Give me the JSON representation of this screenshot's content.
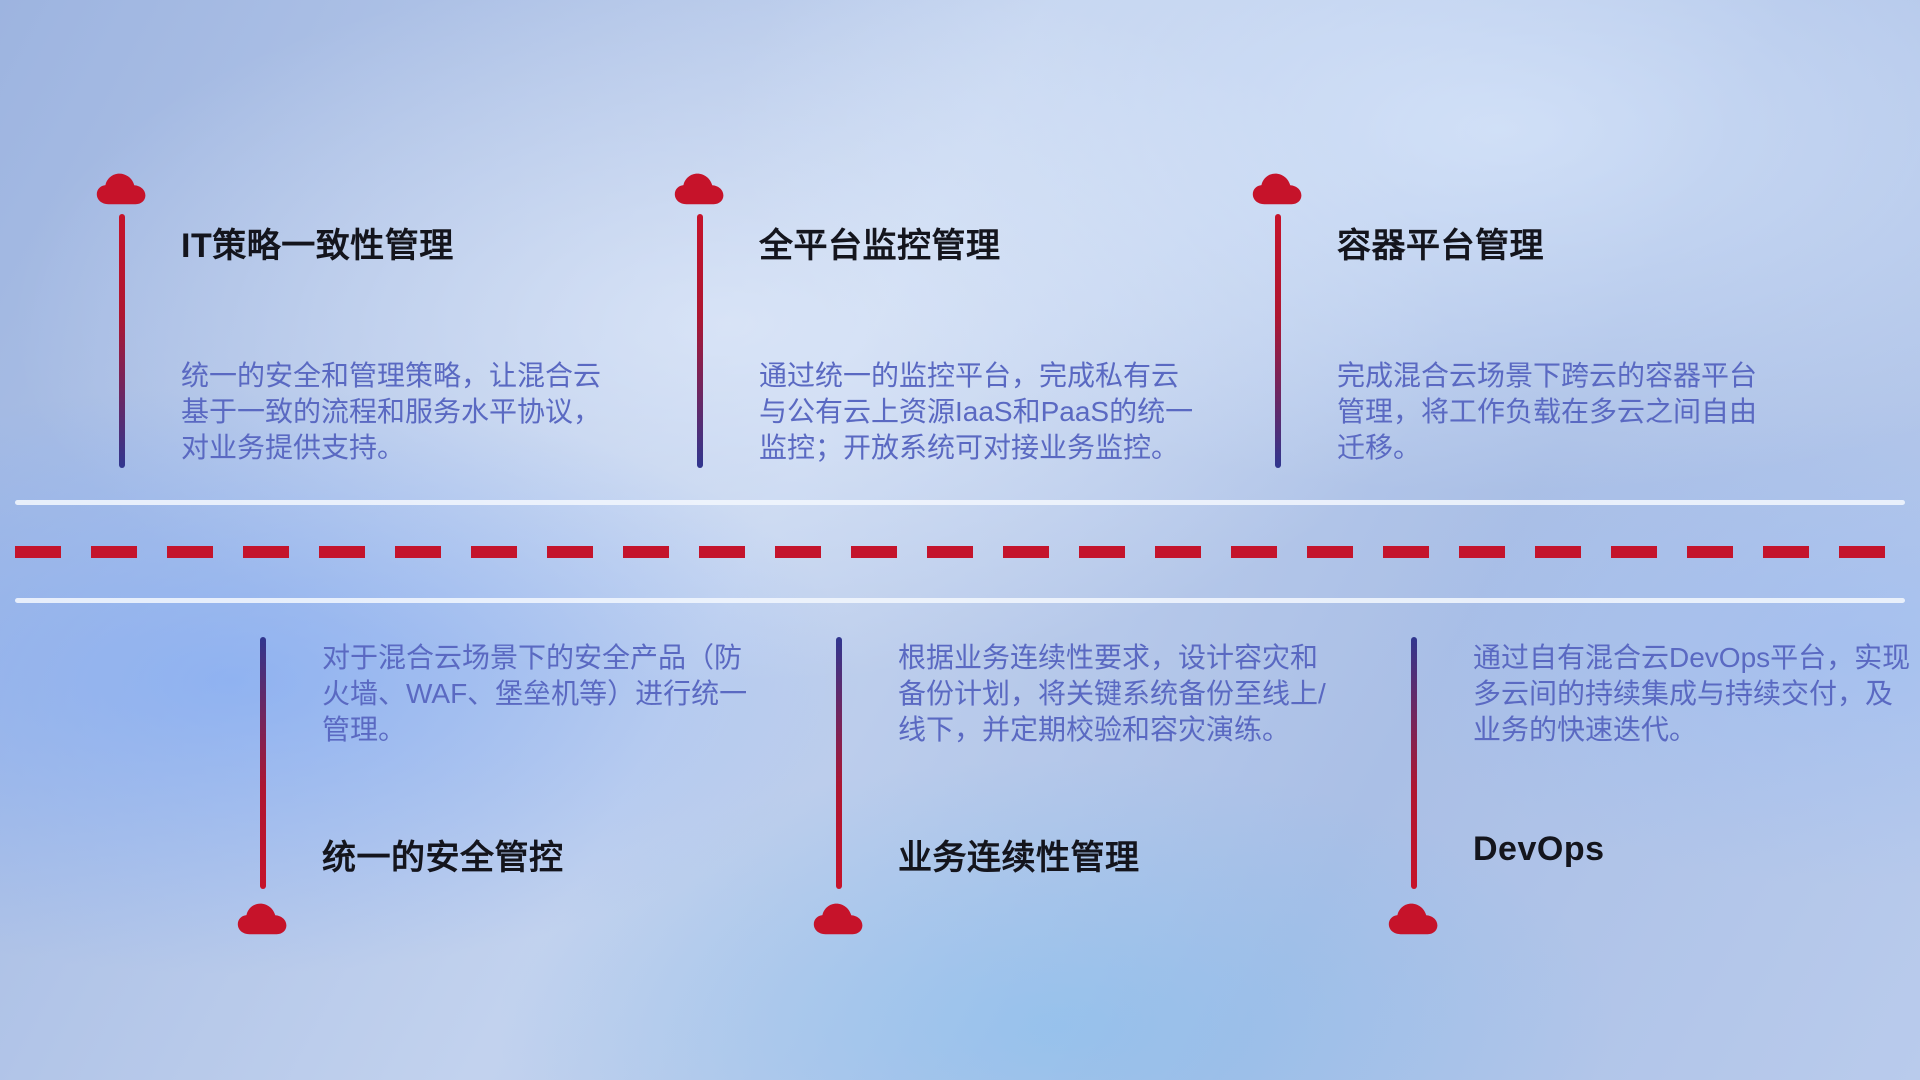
{
  "top_items": [
    {
      "icon": "cloud-icon",
      "title": "IT策略一致性管理",
      "description": "统一的安全和管理策略，让混合云基于一致的流程和服务水平协议，对业务提供支持。"
    },
    {
      "icon": "cloud-icon",
      "title": "全平台监控管理",
      "description": "通过统一的监控平台，完成私有云与公有云上资源IaaS和PaaS的统一监控；开放系统可对接业务监控。"
    },
    {
      "icon": "cloud-icon",
      "title": "容器平台管理",
      "description": "完成混合云场景下跨云的容器平台管理，将工作负载在多云之间自由迁移。"
    }
  ],
  "bottom_items": [
    {
      "icon": "cloud-icon",
      "title": "统一的安全管控",
      "description": "对于混合云场景下的安全产品（防火墙、WAF、堡垒机等）进行统一管理。"
    },
    {
      "icon": "cloud-icon",
      "title": "业务连续性管理",
      "description": "根据业务连续性要求，设计容灾和备份计划，将关键系统备份至线上/线下，并定期校验和容灾演练。"
    },
    {
      "icon": "cloud-icon",
      "title": "DevOps",
      "description": "通过自有混合云DevOps平台，实现多云间的持续集成与持续交付，及业务的快速迭代。"
    }
  ],
  "colors": {
    "accent_red": "#c6132a",
    "pole_blue": "#30368f",
    "title_text": "#14151d",
    "description_text": "#5a69c2",
    "separator_light": "#f1f6fd",
    "background_base": "#b3c6ea"
  }
}
